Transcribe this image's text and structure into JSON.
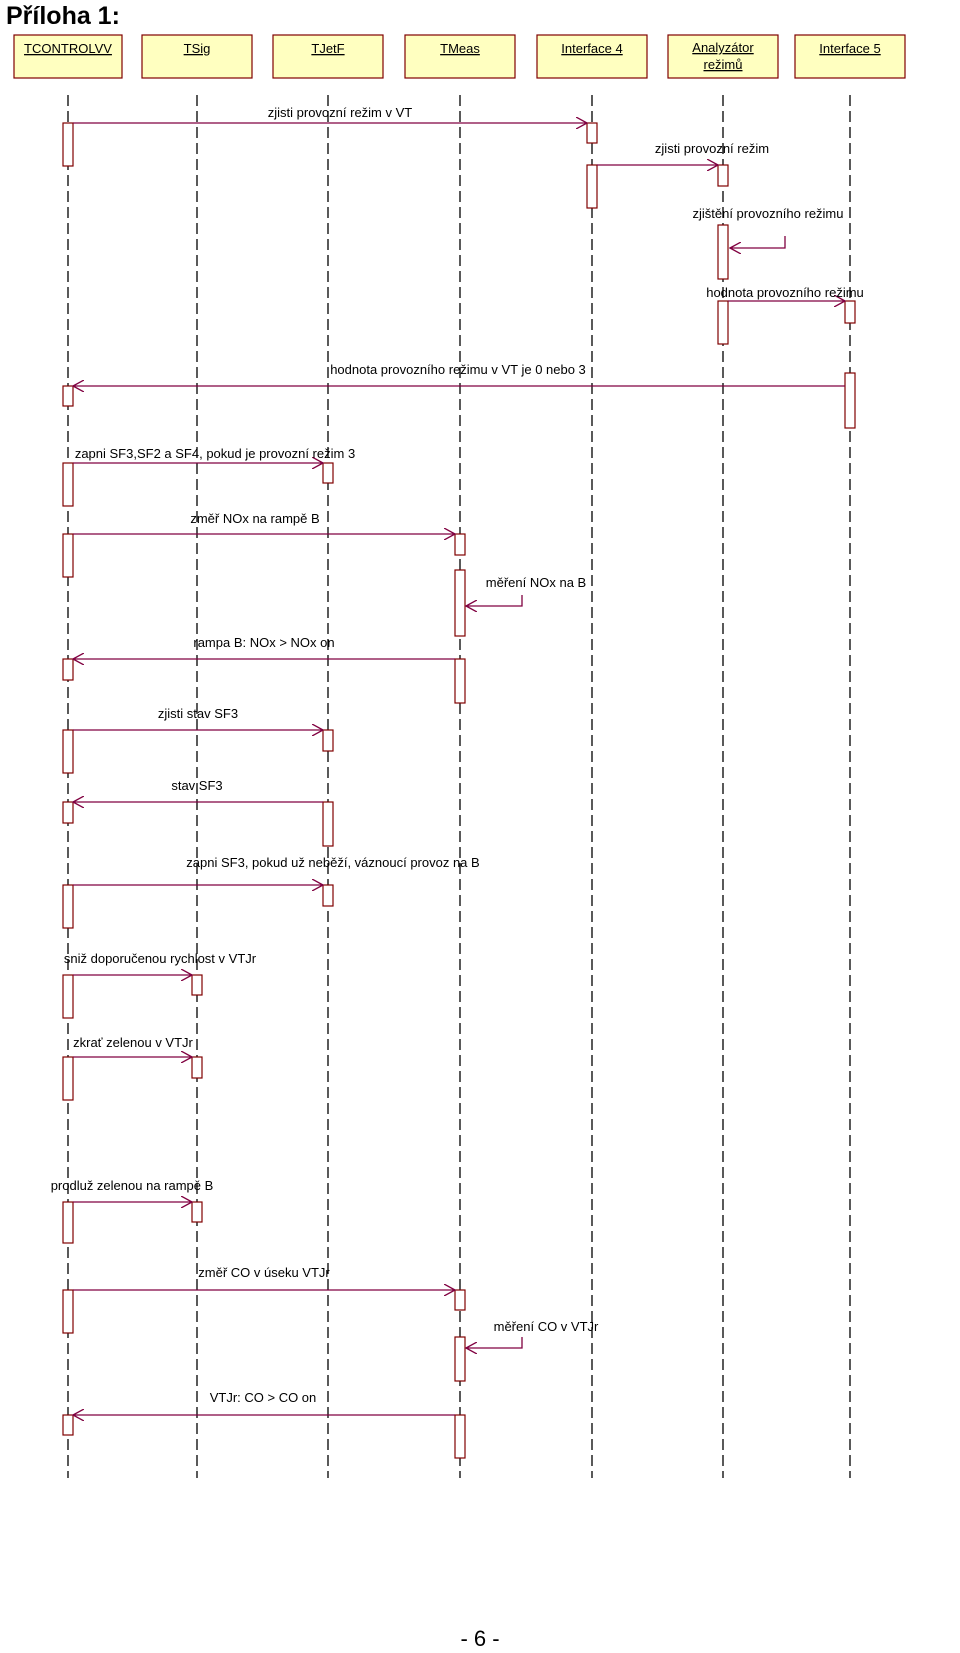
{
  "page": {
    "title": "Příloha 1:",
    "page_number": "- 6 -"
  },
  "colors": {
    "box_fill": "#ffffc0",
    "box_stroke": "#800000",
    "message": "#800040",
    "lifeline": "#000000",
    "text": "#000000"
  },
  "participants": [
    {
      "id": "tcontrol",
      "lines": [
        "TCONTROLVV"
      ]
    },
    {
      "id": "tsig",
      "lines": [
        "TSig"
      ]
    },
    {
      "id": "tjetf",
      "lines": [
        "TJetF"
      ]
    },
    {
      "id": "tmeas",
      "lines": [
        "TMeas"
      ]
    },
    {
      "id": "iface4",
      "lines": [
        "Interface 4"
      ]
    },
    {
      "id": "analyzer",
      "lines": [
        "Analyzátor",
        "režimů"
      ]
    },
    {
      "id": "iface5",
      "lines": [
        "Interface 5"
      ]
    }
  ],
  "messages": [
    {
      "from": 0,
      "to": 4,
      "label": "zjisti provozní režim v VT"
    },
    {
      "from": 4,
      "to": 5,
      "label": "zjisti provozní režim"
    },
    {
      "from": 5,
      "to": 5,
      "label": "zjištění provozního režimu"
    },
    {
      "from": 5,
      "to": 6,
      "label": "hodnota provozního režimu"
    },
    {
      "from": 6,
      "to": 0,
      "label": "hodnota provozního režimu v VT je 0 nebo 3"
    },
    {
      "from": 0,
      "to": 2,
      "label": "zapni SF3,SF2 a SF4, pokud je provozní režim 3"
    },
    {
      "from": 0,
      "to": 3,
      "label": "změř NOx na rampě B"
    },
    {
      "from": 3,
      "to": 3,
      "label": "měření NOx na B"
    },
    {
      "from": 3,
      "to": 0,
      "label": "rampa B: NOx > NOx on"
    },
    {
      "from": 0,
      "to": 2,
      "label": "zjisti stav SF3"
    },
    {
      "from": 2,
      "to": 0,
      "label": "stav SF3"
    },
    {
      "from": 0,
      "to": 2,
      "label": "zapni SF3, pokud už neběží, váznoucí provoz na B"
    },
    {
      "from": 0,
      "to": 1,
      "label": "sniž doporučenou rychlost v VTJr"
    },
    {
      "from": 0,
      "to": 1,
      "label": "zkrať zelenou v VTJr"
    },
    {
      "from": 0,
      "to": 1,
      "label": "prodluž zelenou na rampě B"
    },
    {
      "from": 0,
      "to": 3,
      "label": "změř CO v úseku VTJr"
    },
    {
      "from": 3,
      "to": 3,
      "label": "měření CO v VTJr"
    },
    {
      "from": 3,
      "to": 0,
      "label": "VTJr: CO > CO on"
    }
  ]
}
